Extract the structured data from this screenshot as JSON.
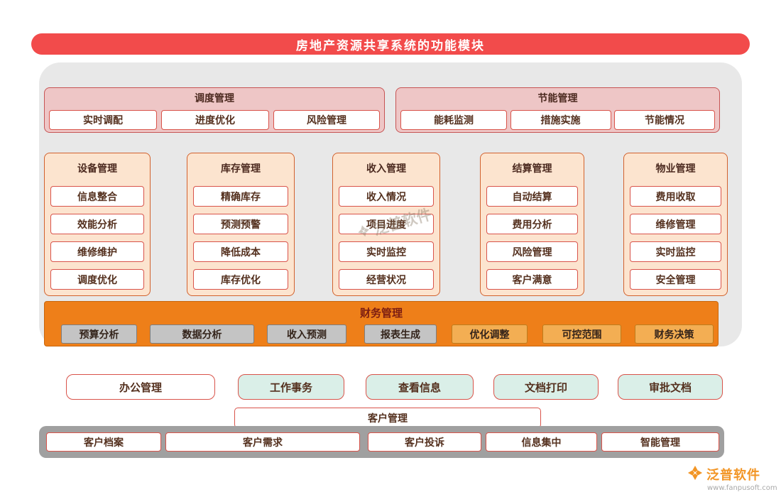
{
  "title": "房地产资源共享系统的功能模块",
  "top_groups": [
    {
      "title": "调度管理",
      "items": [
        "实时调配",
        "进度优化",
        "风险管理"
      ]
    },
    {
      "title": "节能管理",
      "items": [
        "能耗监测",
        "措施实施",
        "节能情况"
      ]
    }
  ],
  "columns": [
    {
      "title": "设备管理",
      "items": [
        "信息整合",
        "效能分析",
        "维修维护",
        "调度优化"
      ]
    },
    {
      "title": "库存管理",
      "items": [
        "精确库存",
        "预测预警",
        "降低成本",
        "库存优化"
      ]
    },
    {
      "title": "收入管理",
      "items": [
        "收入情况",
        "项目进度",
        "实时监控",
        "经营状况"
      ]
    },
    {
      "title": "结算管理",
      "items": [
        "自动结算",
        "费用分析",
        "风险管理",
        "客户满意"
      ]
    },
    {
      "title": "物业管理",
      "items": [
        "费用收取",
        "维修管理",
        "实时监控",
        "安全管理"
      ]
    }
  ],
  "finance": {
    "title": "财务管理",
    "items": [
      "预算分析",
      "数据分析",
      "收入预测",
      "报表生成",
      "优化调整",
      "可控范围",
      "财务决策"
    ]
  },
  "office": {
    "primary": "办公管理",
    "items": [
      "工作事务",
      "查看信息",
      "文档打印",
      "审批文档"
    ]
  },
  "customer": {
    "title": "客户管理",
    "items": [
      "客户档案",
      "客户需求",
      "客户投诉",
      "信息集中",
      "智能管理"
    ]
  },
  "watermark": "泛普软件",
  "branding": {
    "name": "泛普软件",
    "url": "www.fanpusoft.com"
  },
  "colors": {
    "banner_red": "#f24b4b",
    "panel_pink": "#eec6c6",
    "panel_peach": "#fce4cf",
    "finance_orange": "#ee7f19",
    "accent_red": "#d9534a",
    "mint_button": "#daefe8",
    "gray_bar": "#a0a0a0",
    "brand_orange": "#f08300"
  }
}
